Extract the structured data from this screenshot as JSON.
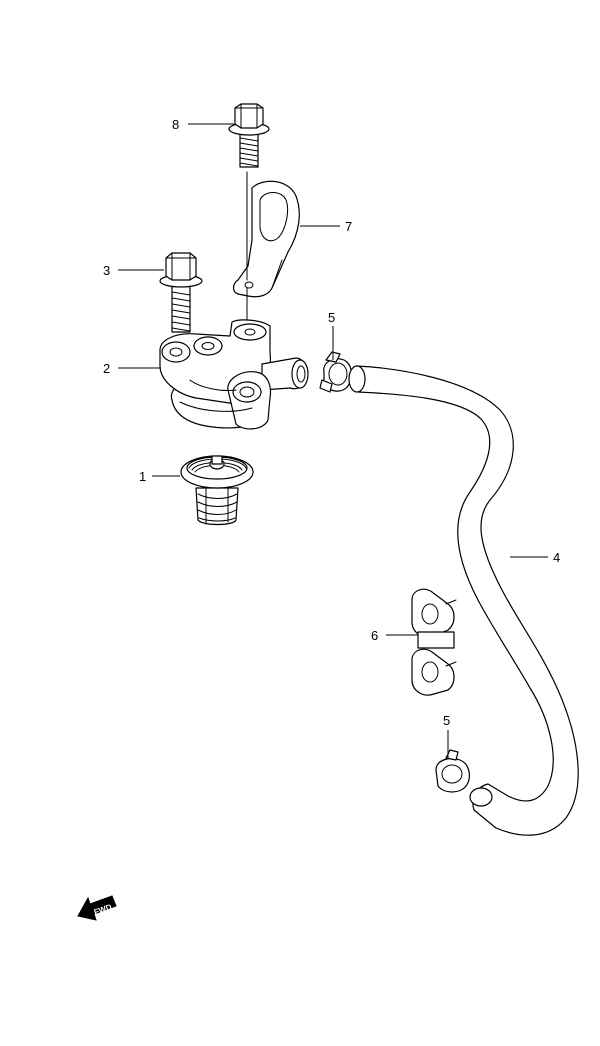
{
  "callouts": {
    "c1": "1",
    "c2": "2",
    "c3": "3",
    "c4": "4",
    "c5_top": "5",
    "c5_bottom": "5",
    "c6": "6",
    "c7": "7",
    "c8": "8"
  },
  "fwd_label": "FWD"
}
